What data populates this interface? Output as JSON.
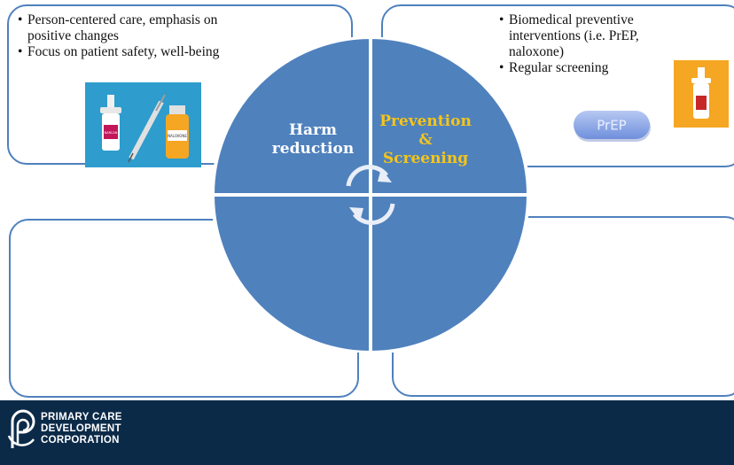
{
  "top_left": {
    "bullets": [
      "Person-centered care, emphasis on positive changes",
      "Focus on patient safety, well-being"
    ]
  },
  "top_right": {
    "bullets": [
      "Biomedical preventive interventions (i.e. PrEP, naloxone)",
      "Regular screening"
    ]
  },
  "quadrants": {
    "harm_line1": "Harm",
    "harm_line2": "reduction",
    "prev_line1": "Prevention",
    "prev_line2": "&",
    "prev_line3": "Screening"
  },
  "images": {
    "spray_label": "NARCAN",
    "vial_label": "NALOXONE",
    "pill_text": "PrEP"
  },
  "footer": {
    "line1": "PRIMARY CARE",
    "line2": "DEVELOPMENT",
    "line3": "CORPORATION"
  },
  "colors": {
    "quadrant_fill": "#4f81bd",
    "accent_yellow": "#f5c518",
    "footer_bg": "#0b2a48"
  }
}
